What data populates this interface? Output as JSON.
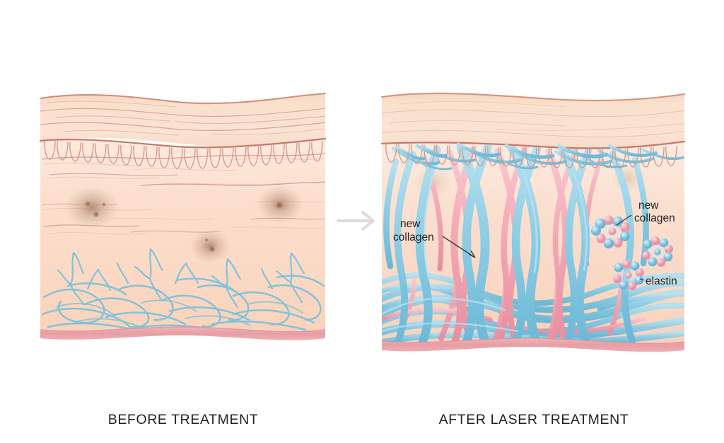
{
  "figure": {
    "type": "medical-illustration",
    "subject": "skin cross-section comparison before and after laser treatment"
  },
  "panels": [
    {
      "id": "before",
      "caption": "BEFORE TREATMENT",
      "layers": [
        "epidermis",
        "dermis",
        "hypodermis-band"
      ],
      "features": [
        "wrinkle lines",
        "age spots",
        "sparse tangled collagen fibers"
      ]
    },
    {
      "id": "after",
      "caption": "AFTER LASER TREATMENT",
      "layers": [
        "epidermis",
        "dermis",
        "hypodermis-band"
      ],
      "features": [
        "dense woven collagen bundles",
        "elastin molecules",
        "new collagen molecules"
      ]
    }
  ],
  "annotations": {
    "new_collagen_fiber": "new\ncollagen",
    "new_collagen_fiber_line1": "new",
    "new_collagen_fiber_line2": "collagen",
    "new_collagen_molecule_line1": "new",
    "new_collagen_molecule_line2": "collagen",
    "elastin": "elastin"
  },
  "arrow": {
    "name": "transition-arrow",
    "direction": "right"
  },
  "colors": {
    "epidermis": "#f9ddc9",
    "epidermis_top_line": "#d89d8d",
    "dermis": "#fbdcc9",
    "dermis_deep": "#f8cdb6",
    "junction_line": "#c4796c",
    "rete_ridge": "#d2998c",
    "wrinkle_line": "#c98d80",
    "age_spot": "#a8806b",
    "collagen_blue": "#8ecde4",
    "collagen_blue_dark": "#63b4d4",
    "collagen_pink": "#f3a8b4",
    "collagen_pink_dark": "#e68fa0",
    "hypodermis_band": "#eaa7ac",
    "caption_text": "#231f20",
    "arrow": "#dcdcdc",
    "background": "#ffffff"
  }
}
